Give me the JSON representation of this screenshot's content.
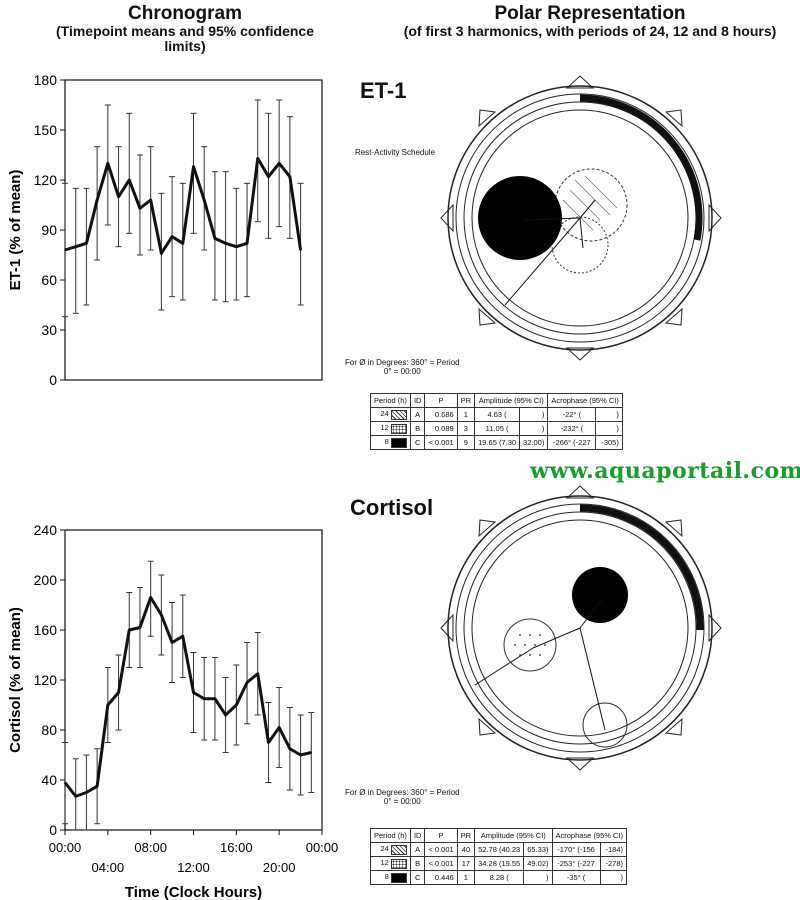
{
  "header_left": {
    "title": "Chronogram",
    "subtitle": "(Timepoint means and 95% confidence limits)"
  },
  "header_right": {
    "title": "Polar Representation",
    "subtitle": "(of first 3 harmonics, with periods of 24, 12 and 8 hours)"
  },
  "watermark": "www.aquaportail.com",
  "chart_data": [
    {
      "type": "line",
      "ylabel": "ET-1 (% of mean)",
      "ylim": [
        0,
        180
      ],
      "yticks": [
        0,
        30,
        60,
        90,
        120,
        150,
        180
      ],
      "x_hours": [
        0,
        1,
        2,
        3,
        4,
        5,
        6,
        7,
        8,
        9,
        10,
        11,
        12,
        13,
        14,
        15,
        16,
        17,
        18,
        19,
        20,
        21,
        22,
        23,
        24
      ],
      "values": [
        78,
        80,
        82,
        108,
        130,
        110,
        120,
        103,
        108,
        76,
        86,
        82,
        128,
        108,
        85,
        82,
        80,
        82,
        133,
        122,
        130,
        122,
        78
      ],
      "error_low": [
        38,
        40,
        45,
        72,
        93,
        80,
        88,
        75,
        78,
        42,
        50,
        48,
        88,
        78,
        48,
        47,
        48,
        50,
        95,
        85,
        92,
        85,
        45
      ],
      "error_high": [
        118,
        115,
        115,
        140,
        165,
        140,
        160,
        135,
        140,
        112,
        122,
        118,
        160,
        140,
        125,
        125,
        115,
        118,
        168,
        160,
        168,
        158,
        118
      ],
      "polar_title": "ET-1",
      "annotation": "Rest-Activity Schedule",
      "note_line1": "For Ø in Degrees:  360° = Period",
      "note_line2": "0° = 00:00",
      "table": {
        "headers": [
          "Period (h)",
          "ID",
          "P",
          "PR",
          "Amplitude (95% CI)",
          "Acrophase (95% CI)"
        ],
        "rows": [
          [
            "24",
            "A",
            "0.686",
            "1",
            "4.63 (",
            ")",
            "-22° (",
            ")"
          ],
          [
            "12",
            "B",
            "0.089",
            "3",
            "11.05 (",
            ")",
            "-232° (",
            ")"
          ],
          [
            "8",
            "C",
            "< 0.001",
            "9",
            "19.65 (7.30",
            "32.00)",
            "-266° (-227",
            "-305)"
          ]
        ]
      }
    },
    {
      "type": "line",
      "ylabel": "Cortisol (% of mean)",
      "xlabel": "Time (Clock Hours)",
      "ylim": [
        0,
        240
      ],
      "yticks": [
        0,
        40,
        80,
        120,
        160,
        200,
        240
      ],
      "xticks_top": [
        "00:00",
        "08:00",
        "16:00",
        "00:00"
      ],
      "xticks_bottom": [
        "04:00",
        "12:00",
        "20:00"
      ],
      "x_hours": [
        0,
        1,
        2,
        3,
        4,
        5,
        6,
        7,
        8,
        9,
        10,
        11,
        12,
        13,
        14,
        15,
        16,
        17,
        18,
        19,
        20,
        21,
        22,
        23,
        24
      ],
      "values": [
        38,
        27,
        30,
        35,
        100,
        110,
        160,
        162,
        186,
        172,
        150,
        155,
        110,
        105,
        105,
        92,
        100,
        118,
        125,
        70,
        82,
        65,
        60,
        62
      ],
      "error_low": [
        5,
        -2,
        0,
        5,
        70,
        80,
        130,
        130,
        155,
        140,
        118,
        122,
        78,
        72,
        72,
        62,
        68,
        85,
        92,
        38,
        50,
        32,
        28,
        30
      ],
      "error_high": [
        70,
        57,
        60,
        65,
        130,
        140,
        190,
        194,
        215,
        204,
        182,
        188,
        142,
        138,
        138,
        122,
        132,
        150,
        158,
        102,
        114,
        98,
        92,
        94
      ],
      "polar_title": "Cortisol",
      "note_line1": "For Ø in Degrees:  360° = Period",
      "note_line2": "0° = 00:00",
      "table": {
        "headers": [
          "Period (h)",
          "ID",
          "P",
          "PR",
          "Amplitude (95% CI)",
          "Acrophase (95% CI)"
        ],
        "rows": [
          [
            "24",
            "A",
            "< 0.001",
            "40",
            "52.78 (40.23",
            "65.33)",
            "-170° (-156",
            "-184)"
          ],
          [
            "12",
            "B",
            "< 0.001",
            "17",
            "34.28 (19.55",
            "49.02)",
            "-253° (-227",
            "-278)"
          ],
          [
            "8",
            "C",
            "0.446",
            "1",
            "8.28 (",
            ")",
            "-35° (",
            ")"
          ]
        ]
      }
    }
  ]
}
